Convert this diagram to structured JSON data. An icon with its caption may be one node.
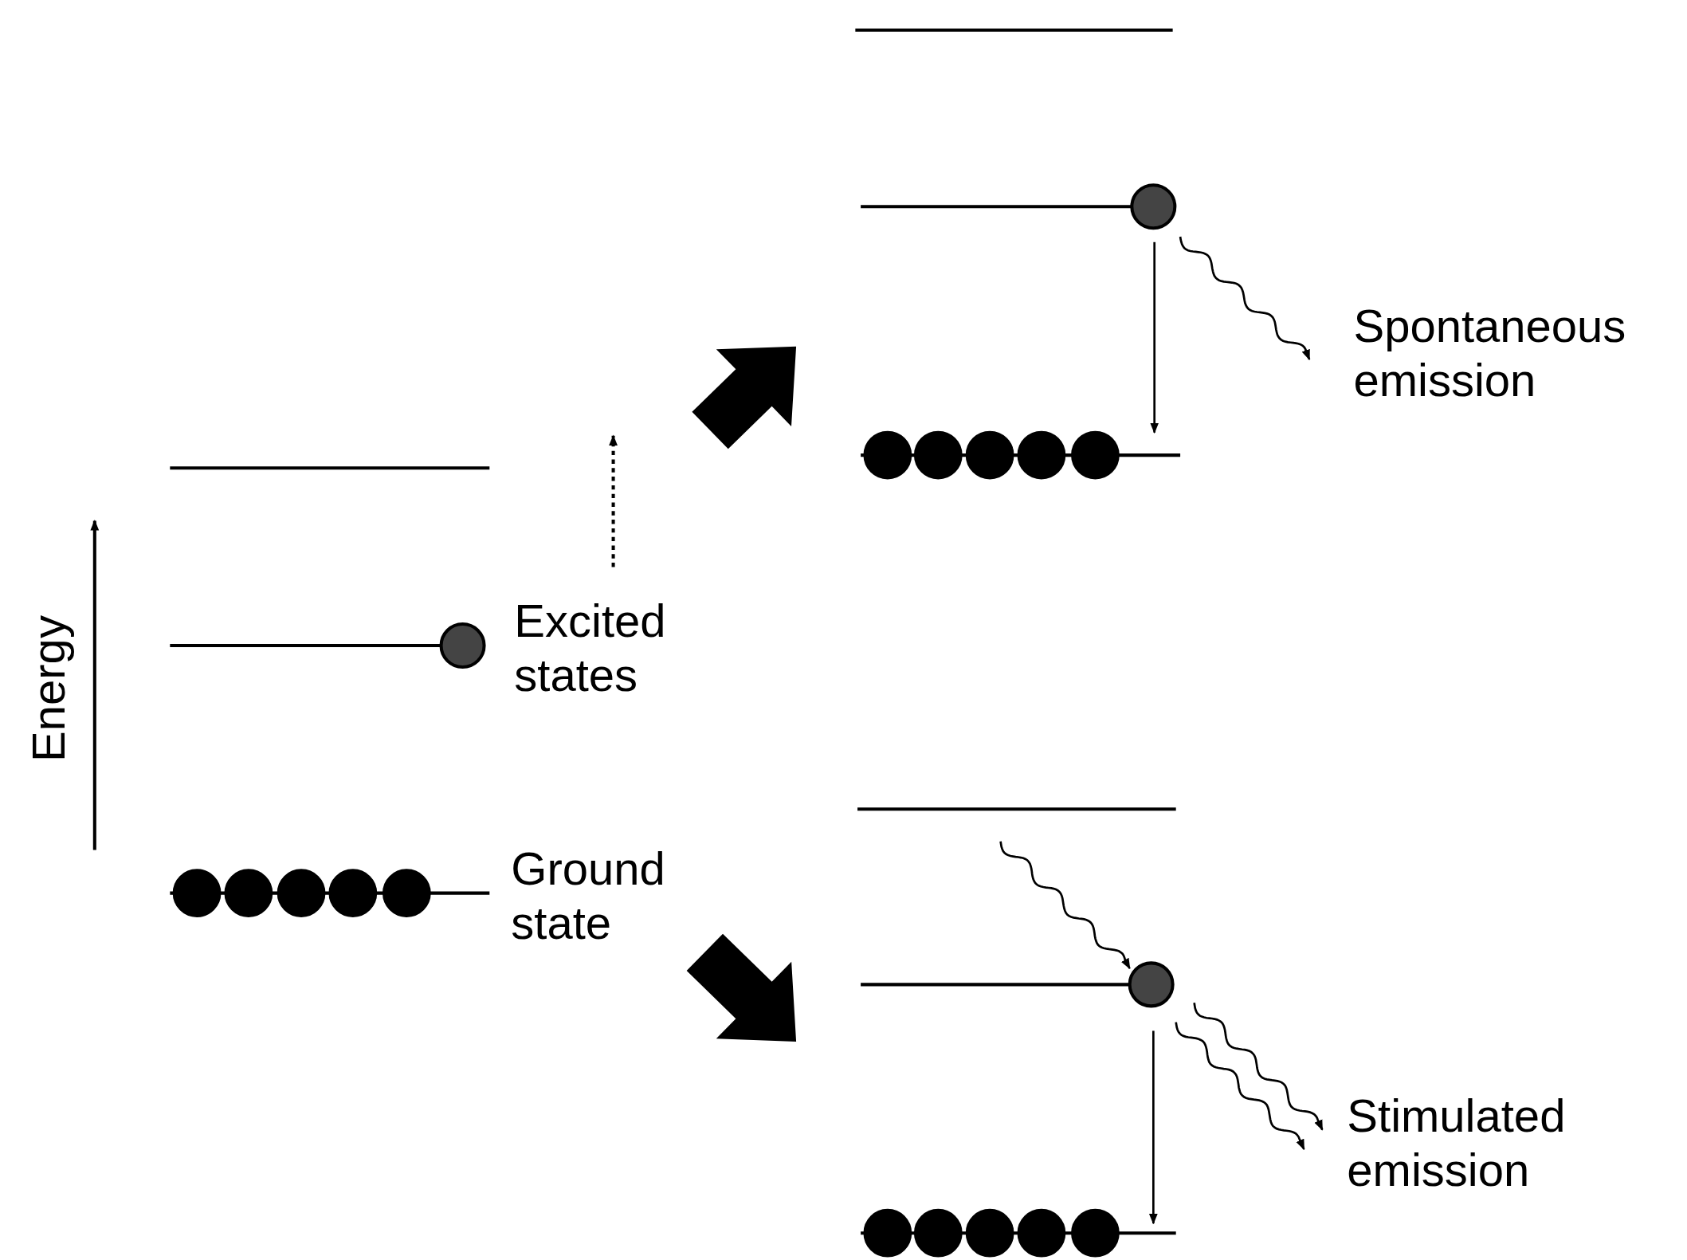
{
  "diagram": {
    "labels": [
      "Energy",
      "Excited states",
      "Ground state",
      "Spontaneous emission",
      "Stimulated emission"
    ]
  }
}
